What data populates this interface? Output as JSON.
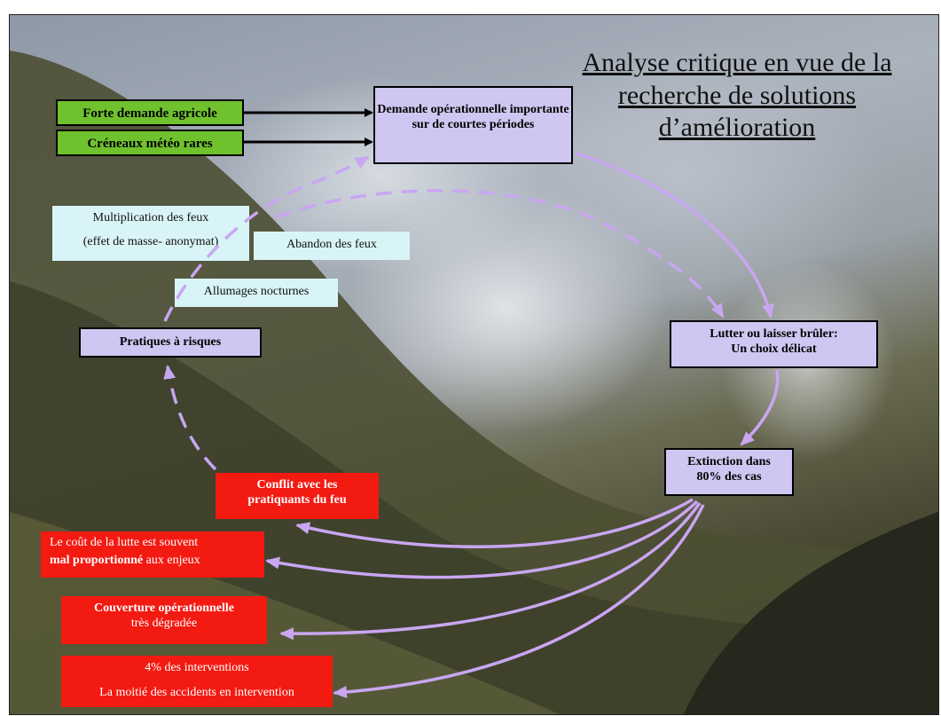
{
  "title": "Analyse critique en vue de la recherche de solutions d’amélioration",
  "colors": {
    "cycle_arrow": "#c9a6f2",
    "green_box": "#6fc12e",
    "lavender_box": "#cfc7f1",
    "cyan_box": "#d9f4f7",
    "red_box": "#f31a12"
  },
  "causes": [
    {
      "label": "Forte demande agricole"
    },
    {
      "label": "Créneaux météo rares"
    }
  ],
  "demand": {
    "label": "Demande opérationnelle importante sur de courtes périodes"
  },
  "choice": {
    "line1": "Lutter ou laisser brûler:",
    "line2": "Un choix délicat"
  },
  "extinction": {
    "line1": "Extinction dans",
    "line2": "80% des cas"
  },
  "risk": {
    "label": "Pratiques à risques"
  },
  "risk_items": [
    {
      "line1": "Multiplication des feux",
      "line2": "(effet de masse- anonymat)"
    },
    {
      "label": "Abandon des feux"
    },
    {
      "label": "Allumages  nocturnes"
    }
  ],
  "consequences": [
    {
      "line1": "Conflit avec les",
      "line2": "pratiquants du feu"
    },
    {
      "line1": "Le coût de la lutte est souvent",
      "line2_bold": "mal proportionné",
      "line2_rest": " aux enjeux"
    },
    {
      "line1": "Couverture opérationnelle",
      "line2": "très dégradée"
    },
    {
      "line1": "4% des interventions",
      "line2": "La moitié des accidents en intervention"
    }
  ]
}
